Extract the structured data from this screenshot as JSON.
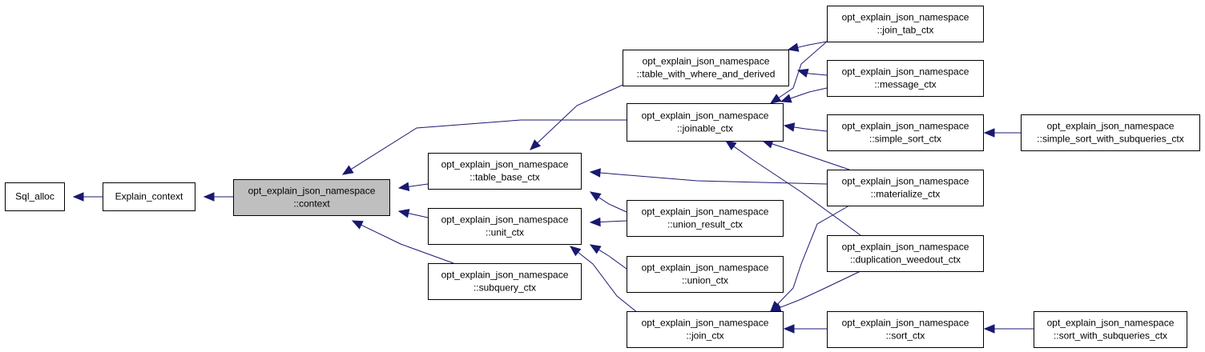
{
  "diagram": {
    "colors": {
      "edge": "#191970",
      "node_fill": "#ffffff",
      "node_stroke": "#000000",
      "highlight_fill": "#bfbfbf"
    },
    "nodes": [
      {
        "id": "sql_alloc",
        "lines": [
          "Sql_alloc"
        ]
      },
      {
        "id": "explain_context",
        "lines": [
          "Explain_context"
        ]
      },
      {
        "id": "context",
        "lines": [
          "opt_explain_json_namespace",
          "::context"
        ],
        "highlight": true
      },
      {
        "id": "table_base_ctx",
        "lines": [
          "opt_explain_json_namespace",
          "::table_base_ctx"
        ]
      },
      {
        "id": "unit_ctx",
        "lines": [
          "opt_explain_json_namespace",
          "::unit_ctx"
        ]
      },
      {
        "id": "subquery_ctx",
        "lines": [
          "opt_explain_json_namespace",
          "::subquery_ctx"
        ]
      },
      {
        "id": "table_with_where_and_derived",
        "lines": [
          "opt_explain_json_namespace",
          "::table_with_where_and_derived"
        ]
      },
      {
        "id": "joinable_ctx",
        "lines": [
          "opt_explain_json_namespace",
          "::joinable_ctx"
        ]
      },
      {
        "id": "union_result_ctx",
        "lines": [
          "opt_explain_json_namespace",
          "::union_result_ctx"
        ]
      },
      {
        "id": "union_ctx",
        "lines": [
          "opt_explain_json_namespace",
          "::union_ctx"
        ]
      },
      {
        "id": "join_ctx",
        "lines": [
          "opt_explain_json_namespace",
          "::join_ctx"
        ]
      },
      {
        "id": "join_tab_ctx",
        "lines": [
          "opt_explain_json_namespace",
          "::join_tab_ctx"
        ]
      },
      {
        "id": "message_ctx",
        "lines": [
          "opt_explain_json_namespace",
          "::message_ctx"
        ]
      },
      {
        "id": "simple_sort_ctx",
        "lines": [
          "opt_explain_json_namespace",
          "::simple_sort_ctx"
        ]
      },
      {
        "id": "materialize_ctx",
        "lines": [
          "opt_explain_json_namespace",
          "::materialize_ctx"
        ]
      },
      {
        "id": "duplication_weedout_ctx",
        "lines": [
          "opt_explain_json_namespace",
          "::duplication_weedout_ctx"
        ]
      },
      {
        "id": "sort_ctx",
        "lines": [
          "opt_explain_json_namespace",
          "::sort_ctx"
        ]
      },
      {
        "id": "simple_sort_with_subqueries_ctx",
        "lines": [
          "opt_explain_json_namespace",
          "::simple_sort_with_subqueries_ctx"
        ]
      },
      {
        "id": "sort_with_subqueries_ctx",
        "lines": [
          "opt_explain_json_namespace",
          "::sort_with_subqueries_ctx"
        ]
      }
    ],
    "edges": [
      {
        "from": "explain_context",
        "to": "sql_alloc"
      },
      {
        "from": "context",
        "to": "explain_context"
      },
      {
        "from": "joinable_ctx",
        "to": "context"
      },
      {
        "from": "table_base_ctx",
        "to": "context"
      },
      {
        "from": "unit_ctx",
        "to": "context"
      },
      {
        "from": "subquery_ctx",
        "to": "context"
      },
      {
        "from": "table_with_where_and_derived",
        "to": "table_base_ctx"
      },
      {
        "from": "materialize_ctx",
        "to": "table_base_ctx"
      },
      {
        "from": "union_result_ctx",
        "to": "table_base_ctx"
      },
      {
        "from": "union_result_ctx",
        "to": "unit_ctx"
      },
      {
        "from": "union_ctx",
        "to": "unit_ctx"
      },
      {
        "from": "join_ctx",
        "to": "unit_ctx"
      },
      {
        "from": "join_tab_ctx",
        "to": "table_with_where_and_derived"
      },
      {
        "from": "message_ctx",
        "to": "table_with_where_and_derived"
      },
      {
        "from": "join_tab_ctx",
        "to": "joinable_ctx"
      },
      {
        "from": "message_ctx",
        "to": "joinable_ctx"
      },
      {
        "from": "simple_sort_ctx",
        "to": "joinable_ctx"
      },
      {
        "from": "materialize_ctx",
        "to": "joinable_ctx"
      },
      {
        "from": "duplication_weedout_ctx",
        "to": "joinable_ctx"
      },
      {
        "from": "materialize_ctx",
        "to": "join_ctx"
      },
      {
        "from": "duplication_weedout_ctx",
        "to": "join_ctx"
      },
      {
        "from": "sort_ctx",
        "to": "join_ctx"
      },
      {
        "from": "simple_sort_with_subqueries_ctx",
        "to": "simple_sort_ctx"
      },
      {
        "from": "sort_with_subqueries_ctx",
        "to": "sort_ctx"
      }
    ]
  }
}
